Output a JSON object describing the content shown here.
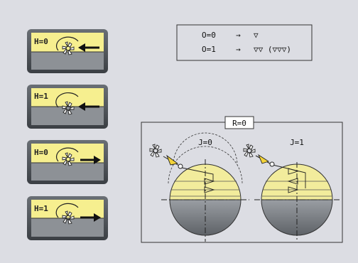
{
  "buttons": [
    {
      "label": "H=0",
      "arrow": "left"
    },
    {
      "label": "H=1",
      "arrow": "left"
    },
    {
      "label": "H=0",
      "arrow": "right"
    },
    {
      "label": "H=1",
      "arrow": "right"
    }
  ],
  "legend": {
    "row1": {
      "key": "O=0",
      "arrow": "→",
      "symbol": "▽"
    },
    "row2": {
      "key": "O=1",
      "arrow": "→",
      "symbol": "▽▽ (▽▽▽)"
    }
  },
  "diagram": {
    "tab_label": "R=0",
    "left_label": "J=0",
    "right_label": "J=1"
  },
  "colors": {
    "background": "#dcdde3",
    "button_yellow": "#f6ef8f",
    "button_grey": "#8d9196",
    "sphere_yellow": "#f2ec9c",
    "sphere_grey": "#7c8187",
    "tool_triangle": "#f3d339"
  },
  "icons": [
    "cutter-icon",
    "arrow-left-icon",
    "arrow-right-icon",
    "finish-triangle-icon"
  ]
}
